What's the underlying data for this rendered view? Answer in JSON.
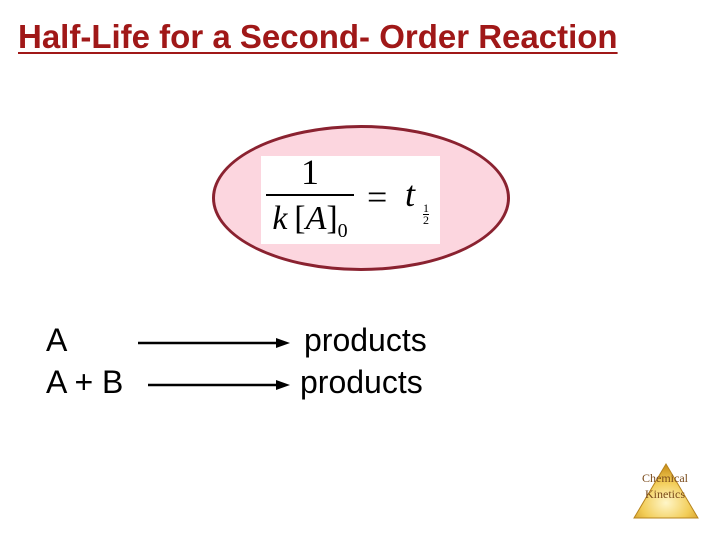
{
  "title": "Half-Life for a Second- Order Reaction",
  "equation": {
    "numerator": "1",
    "den_k": "k",
    "den_bracket_open": "[",
    "den_species": "A",
    "den_bracket_close": "]",
    "den_subscript": "0",
    "equals": "=",
    "t": "t",
    "sub_num": "1",
    "sub_den": "2"
  },
  "reactions": [
    {
      "reactant": "A",
      "product": "products"
    },
    {
      "reactant": "A + B",
      "product": "products"
    }
  ],
  "logo": {
    "line1": "Chemical",
    "line2": "Kinetics"
  },
  "colors": {
    "title": "#a01818",
    "oval_fill": "#fcd6df",
    "oval_border": "#8a2230"
  }
}
